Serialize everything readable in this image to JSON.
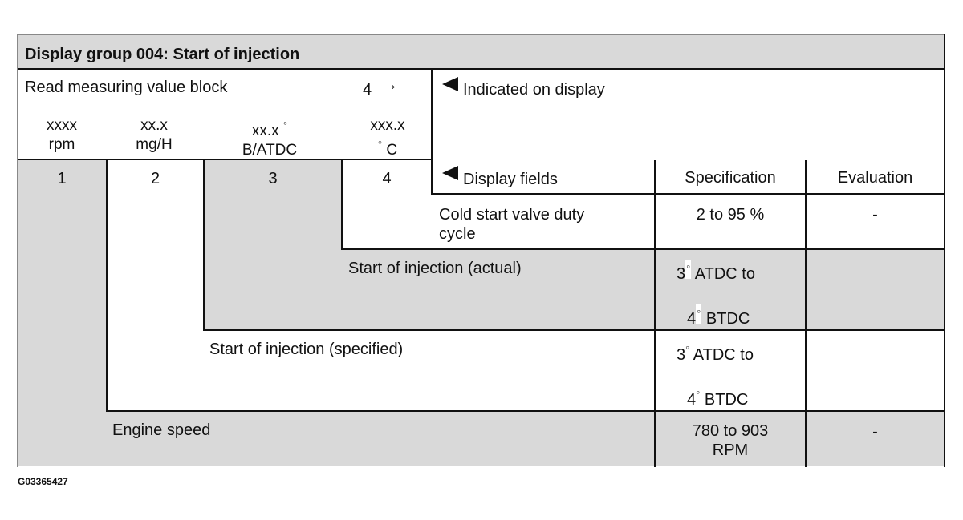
{
  "title": "Display group 004: Start of injection",
  "read_block": {
    "label": "Read measuring value block",
    "number": "4",
    "arrow": "→"
  },
  "indicated_label": "Indicated on display",
  "fields": [
    {
      "value": "xxxx",
      "unit": "rpm"
    },
    {
      "value": "xx.x",
      "unit": "mg/H"
    },
    {
      "value": "xx.x",
      "degree": "°",
      "unit": "B/ATDC"
    },
    {
      "value": "xxx.x",
      "degree": "°",
      "unit": "C"
    }
  ],
  "field_numbers": [
    "1",
    "2",
    "3",
    "4"
  ],
  "headers": {
    "display_fields": "Display fields",
    "specification": "Specification",
    "evaluation": "Evaluation"
  },
  "rows": [
    {
      "label_line1": "Cold start valve duty",
      "label_line2": "cycle",
      "spec": "2 to 95 %",
      "evaluation": "-"
    },
    {
      "label": "Start of injection (actual)",
      "spec_line1_num": "3",
      "spec_line1_text": "ATDC to",
      "spec_line2_num": "4",
      "spec_line2_text": "BTDC",
      "degree": "°"
    },
    {
      "label": "Start of injection (specified)",
      "spec_line1_num": "3",
      "spec_line1_text": "ATDC to",
      "spec_line2_num": "4",
      "spec_line2_text": "BTDC",
      "degree": "°"
    },
    {
      "label": "Engine speed",
      "spec_line1": "780 to 903",
      "spec_line2": "RPM",
      "evaluation": "-"
    }
  ],
  "figure_id": "G03365427",
  "colors": {
    "shade": "#d9d9d9",
    "line": "#111111",
    "background": "#ffffff"
  }
}
